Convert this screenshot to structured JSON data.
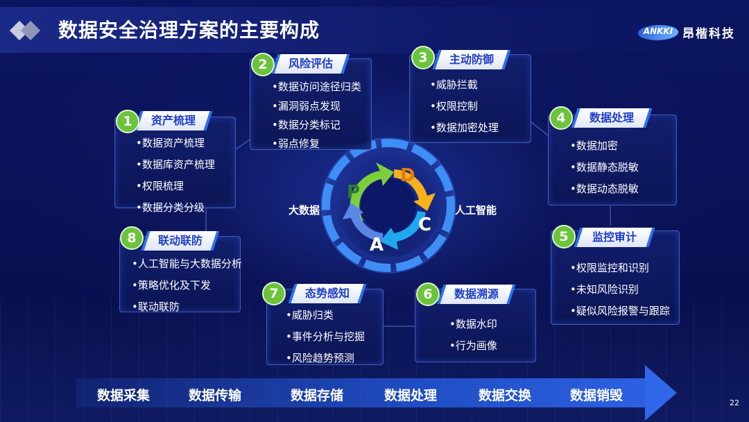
{
  "title": "数据安全治理方案的主要构成",
  "brand": {
    "mark": "ANKKI",
    "name": "昂楷科技"
  },
  "center": {
    "left_label": "大数据",
    "right_label": "人工智能",
    "cycle_letters": [
      "P",
      "D",
      "C",
      "A"
    ],
    "colors": {
      "P": "#7ccf3b",
      "D": "#f5b21a",
      "C": "#1fa8f0",
      "A": "#5b86e6"
    }
  },
  "cards": [
    {
      "num": "1",
      "title": "资产梳理",
      "items": [
        "•数据资产梳理",
        "•数据库资产梳理",
        "•权限梳理",
        "•数据分类分级"
      ]
    },
    {
      "num": "2",
      "title": "风险评估",
      "items": [
        "•数据访问途径归类",
        "•漏洞弱点发现",
        "•数据分类标记",
        "•弱点修复"
      ]
    },
    {
      "num": "3",
      "title": "主动防御",
      "items": [
        "•威胁拦截",
        "•权限控制",
        "•数据加密处理"
      ]
    },
    {
      "num": "4",
      "title": "数据处理",
      "items": [
        "•数据加密",
        "•数据静态脱敏",
        "•数据动态脱敏"
      ]
    },
    {
      "num": "5",
      "title": "监控审计",
      "items": [
        "•权限监控和识别",
        "•未知风险识别",
        "•疑似风险报警与跟踪"
      ]
    },
    {
      "num": "6",
      "title": "数据溯源",
      "items": [
        "•数据水印",
        "•行为画像"
      ]
    },
    {
      "num": "7",
      "title": "态势感知",
      "items": [
        "•威胁归类",
        "•事件分析与挖掘",
        "•风险趋势预测"
      ]
    },
    {
      "num": "8",
      "title": "联动联防",
      "items": [
        "•人工智能与大数据分析",
        "•策略优化及下发",
        "•联动联防"
      ]
    }
  ],
  "stages": [
    "数据采集",
    "数据传输",
    "数据存储",
    "数据处理",
    "数据交换",
    "数据销毁"
  ],
  "page_number": "22"
}
